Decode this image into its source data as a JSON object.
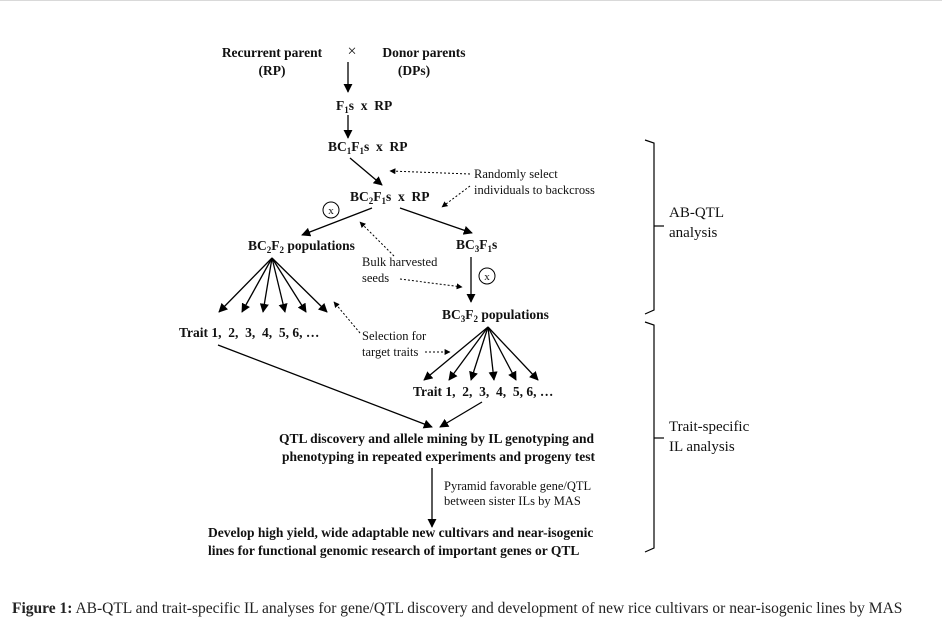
{
  "diagram": {
    "rp_title": "Recurrent parent",
    "rp_abbr": "(RP)",
    "cross_symbol": "×",
    "dp_title": "Donor parents",
    "dp_abbr": "(DPs)",
    "f1_f": "F",
    "f1_sub": "1",
    "f1_rest": "s  x  RP",
    "bc1_bc": "BC",
    "bc1_sub1": "1",
    "bc1_f": "F",
    "bc1_sub2": "1",
    "bc1_rest": "s  x  RP",
    "bc2_bc": "BC",
    "bc2_sub1": "2",
    "bc2_f": "F",
    "bc2_sub2": "1",
    "bc2_rest": "s  x  RP",
    "random_line1": "Randomly select",
    "random_line2": "individuals to backcross",
    "self_symbol": "x",
    "bc2f2_bc": "BC",
    "bc2f2_sub1": "2",
    "bc2f2_f": "F",
    "bc2f2_sub2": "2",
    "bc2f2_rest": " populations",
    "bc3f1_bc": "BC",
    "bc3f1_sub1": "3",
    "bc3f1_f": "F",
    "bc3f1_sub2": "1",
    "bc3f1_rest": "s",
    "bulk_line1": "Bulk harvested",
    "bulk_line2": "seeds",
    "bc3f2_bc": "BC",
    "bc3f2_sub1": "3",
    "bc3f2_f": "F",
    "bc3f2_sub2": "2",
    "bc3f2_rest": " populations",
    "traits_left": "Trait 1,  2,  3,  4,  5, 6, …",
    "selection_line1": "Selection for",
    "selection_line2": "target traits",
    "traits_right": "Trait 1,  2,  3,  4,  5, 6, …",
    "qtl_line1": "QTL discovery and allele mining by IL genotyping and",
    "qtl_line2": "phenotyping in repeated experiments and progeny test",
    "pyramid_line1": "Pyramid favorable gene/QTL",
    "pyramid_line2": "between sister ILs by MAS",
    "final_line1": "Develop high yield, wide adaptable new cultivars and near-isogenic",
    "final_line2": "lines for functional genomic research of important genes or QTL",
    "abqtl_line1": "AB-QTL",
    "abqtl_line2": "analysis",
    "trait_line1": "Trait-specific",
    "trait_line2": "IL analysis"
  },
  "caption": {
    "label": "Figure 1:",
    "text": " AB-QTL and trait-specific IL analyses for gene/QTL discovery and development of new rice cultivars or near-isogenic lines by MAS"
  }
}
